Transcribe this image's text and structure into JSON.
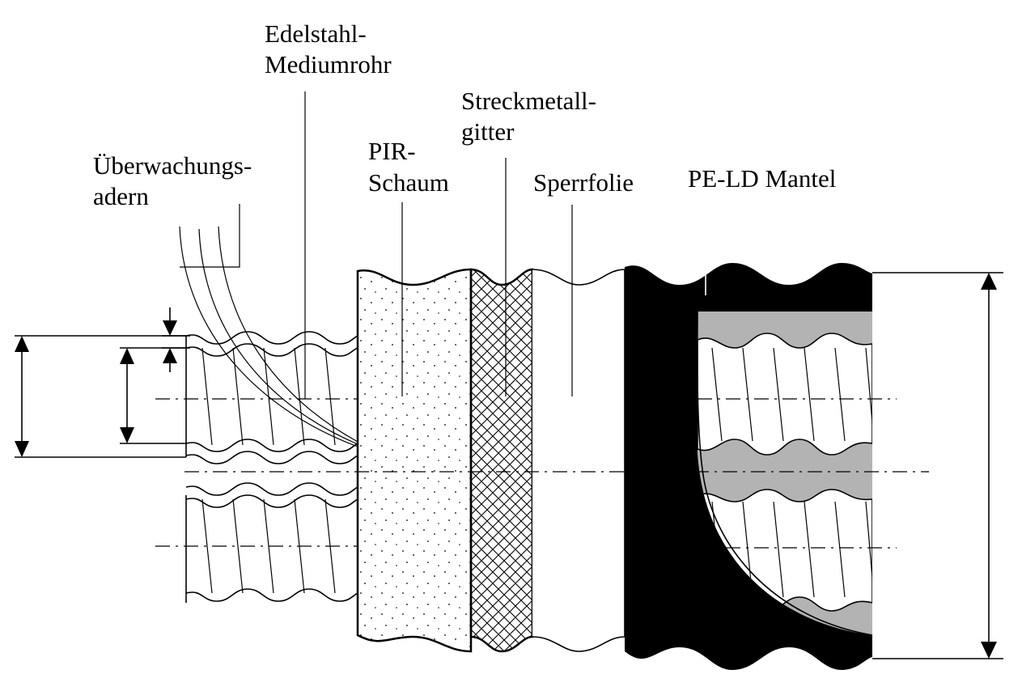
{
  "labels": {
    "monitor_line1": "Überwachungs-",
    "monitor_line2": "adern",
    "steel_line1": "Edelstahl-",
    "steel_line2": "Mediumrohr",
    "foam_line1": "PIR-",
    "foam_line2": "Schaum",
    "mesh_line1": "Streckmetall-",
    "mesh_line2": "gitter",
    "film": "Sperrfolie",
    "jacket": "PE-LD Mantel"
  },
  "colors": {
    "jacket": "#000000",
    "cutaway": "#b3b3b3",
    "line": "#000000",
    "background": "#ffffff"
  }
}
